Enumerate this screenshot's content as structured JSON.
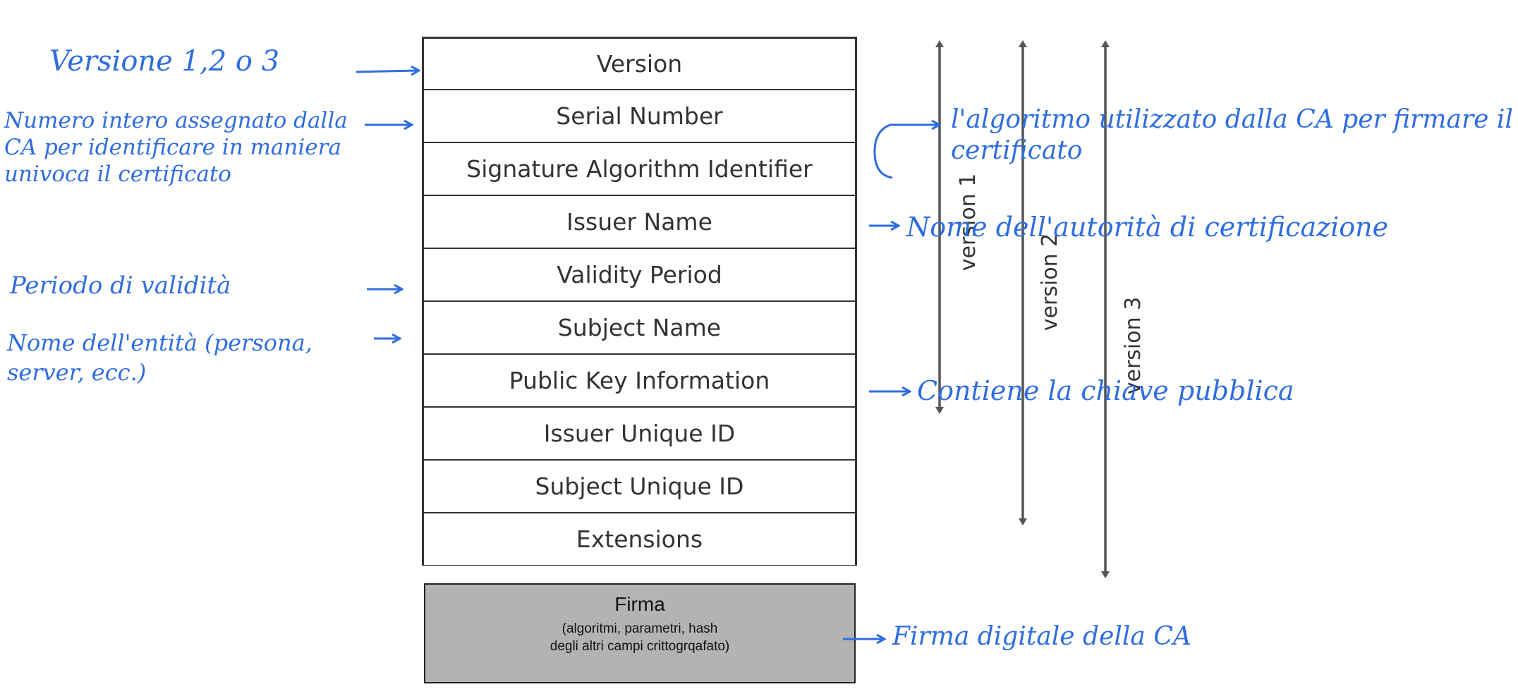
{
  "structure": {
    "fields": [
      "Version",
      "Serial Number",
      "Signature Algorithm Identifier",
      "Issuer Name",
      "Validity Period",
      "Subject Name",
      "Public Key Information",
      "Issuer Unique ID",
      "Subject Unique ID",
      "Extensions"
    ],
    "signature": {
      "title": "Firma",
      "detail": "(algoritmi, parametri, hash degli altri campi crittogrqafato)"
    }
  },
  "version_ranges": [
    {
      "label": "version 1",
      "first_field": "Version",
      "last_field": "Public Key Information"
    },
    {
      "label": "version 2",
      "first_field": "Version",
      "last_field": "Subject Unique ID"
    },
    {
      "label": "version 3",
      "first_field": "Version",
      "last_field": "Extensions"
    }
  ],
  "annotations_left": {
    "version": "Versione 1,2 o 3",
    "serial": "Numero intero assegnato dalla CA per identificare in maniera univoca il certificato",
    "validity": "Periodo di validità",
    "subject": "Nome dell'entità (persona, server, ecc.)"
  },
  "annotations_right": {
    "algorithm": "l'algoritmo utilizzato dalla CA per firmare il certificato",
    "issuer": "Nome dell'autorità di certificazione",
    "public_key": "Contiene la chiave pubblica",
    "signature": "Firma digitale della CA"
  },
  "colors": {
    "annotation_ink": "#2f6de0",
    "field_border": "#333333",
    "signature_fill": "#b3b3b3",
    "version_arrow": "#555555"
  }
}
